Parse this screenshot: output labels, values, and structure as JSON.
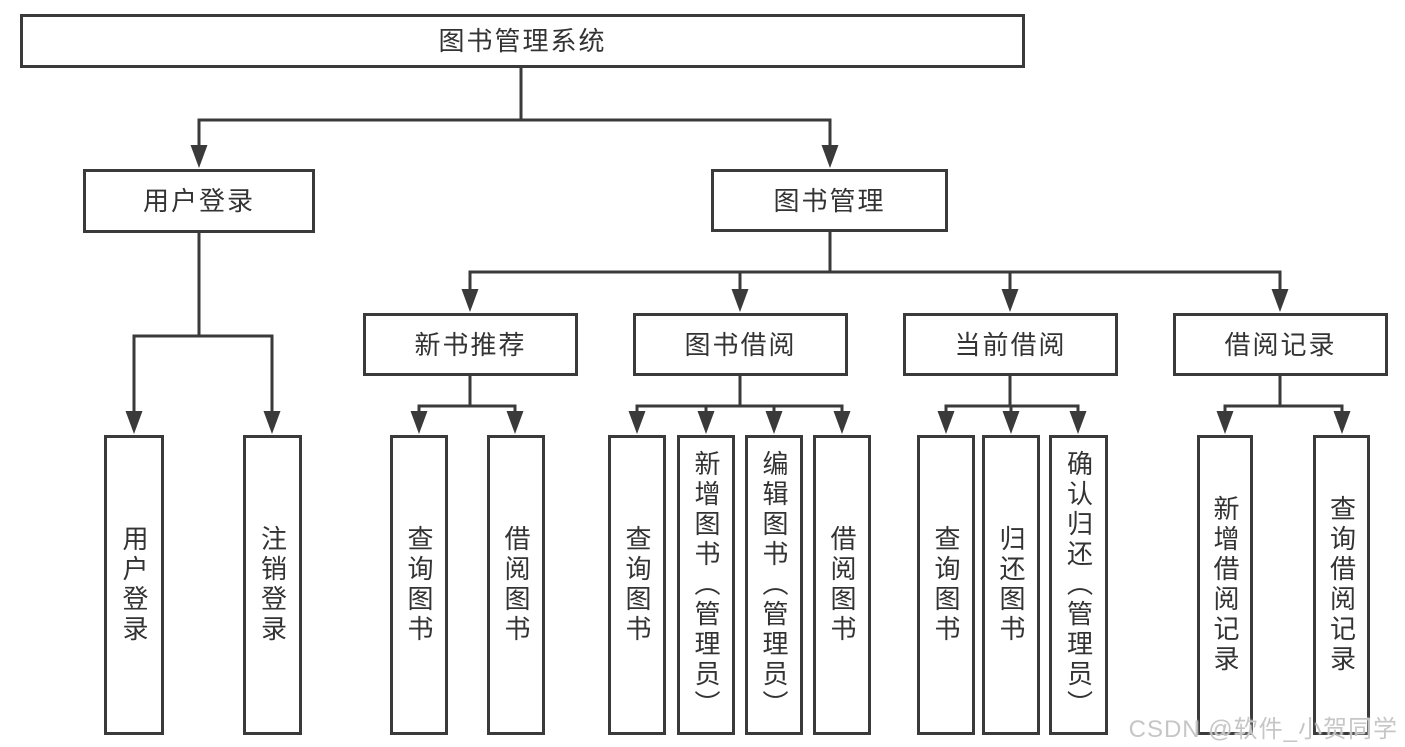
{
  "diagram": {
    "type": "hierarchy-tree",
    "root": {
      "label": "图书管理系统"
    },
    "branches": [
      {
        "label": "用户登录"
      },
      {
        "label": "图书管理"
      }
    ],
    "sections": [
      {
        "label": "新书推荐"
      },
      {
        "label": "图书借阅"
      },
      {
        "label": "当前借阅"
      },
      {
        "label": "借阅记录"
      }
    ],
    "leaves": [
      {
        "label": "用户登录"
      },
      {
        "label": "注销登录"
      },
      {
        "label": "查询图书"
      },
      {
        "label": "借阅图书"
      },
      {
        "label": "查询图书"
      },
      {
        "label": "新增图书（管理员）"
      },
      {
        "label": "编辑图书（管理员）"
      },
      {
        "label": "借阅图书"
      },
      {
        "label": "查询图书"
      },
      {
        "label": "归还图书"
      },
      {
        "label": "确认归还（管理员）"
      },
      {
        "label": "新增借阅记录"
      },
      {
        "label": "查询借阅记录"
      }
    ],
    "hierarchy": [
      {
        "parent": "图书管理系统",
        "children": [
          "用户登录",
          "图书管理"
        ]
      },
      {
        "parent": "用户登录",
        "children": [
          "用户登录",
          "注销登录"
        ]
      },
      {
        "parent": "图书管理",
        "children": [
          "新书推荐",
          "图书借阅",
          "当前借阅",
          "借阅记录"
        ]
      },
      {
        "parent": "新书推荐",
        "children": [
          "查询图书",
          "借阅图书"
        ]
      },
      {
        "parent": "图书借阅",
        "children": [
          "查询图书",
          "新增图书（管理员）",
          "编辑图书（管理员）",
          "借阅图书"
        ]
      },
      {
        "parent": "当前借阅",
        "children": [
          "查询图书",
          "归还图书",
          "确认归还（管理员）"
        ]
      },
      {
        "parent": "借阅记录",
        "children": [
          "新增借阅记录",
          "查询借阅记录"
        ]
      }
    ],
    "colors": {
      "line": "#3a3a3a",
      "text": "#333333",
      "box_background": "#ffffff",
      "page_background": "#ffffff",
      "watermark": "#c6c6c6"
    }
  },
  "watermark": {
    "text": "CSDN @软件_小贺同学"
  }
}
